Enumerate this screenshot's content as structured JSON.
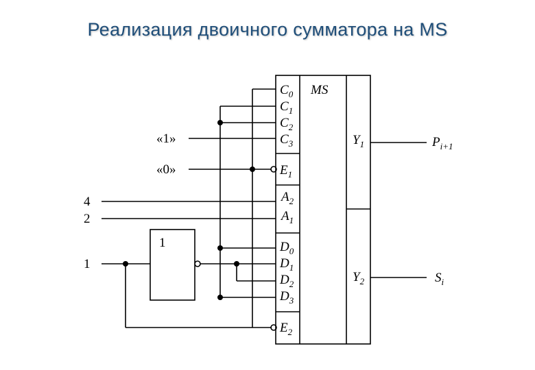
{
  "title": "Реализация двоичного сумматора на MS",
  "chip": {
    "name": "MS"
  },
  "pins": {
    "c0": {
      "main": "C",
      "sub": "0"
    },
    "c1": {
      "main": "C",
      "sub": "1"
    },
    "c2": {
      "main": "C",
      "sub": "2"
    },
    "c3": {
      "main": "C",
      "sub": "3"
    },
    "e1": {
      "main": "E",
      "sub": "1"
    },
    "a2": {
      "main": "A",
      "sub": "2"
    },
    "a1": {
      "main": "A",
      "sub": "1"
    },
    "d0": {
      "main": "D",
      "sub": "0"
    },
    "d1": {
      "main": "D",
      "sub": "1"
    },
    "d2": {
      "main": "D",
      "sub": "2"
    },
    "d3": {
      "main": "D",
      "sub": "3"
    },
    "e2": {
      "main": "E",
      "sub": "2"
    },
    "y1": {
      "main": "Y",
      "sub": "1"
    },
    "y2": {
      "main": "Y",
      "sub": "2"
    }
  },
  "inputs": {
    "one_const": "«1»",
    "zero_const": "«0»",
    "in4": "4",
    "in2": "2",
    "in1": "1"
  },
  "inverter": {
    "label": "1"
  },
  "outputs": {
    "p": {
      "main": "P",
      "sub": "i+1"
    },
    "s": {
      "main": "S",
      "sub": "i"
    }
  }
}
